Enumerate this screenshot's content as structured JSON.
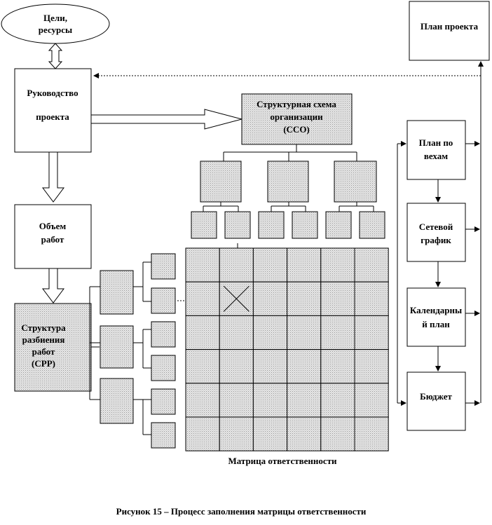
{
  "nodes": {
    "goals": [
      "Цели,",
      "ресурсы"
    ],
    "management": [
      "Руководство",
      "",
      "проекта"
    ],
    "scope": [
      "Объем",
      "работ"
    ],
    "wbs": [
      "Структура",
      "разбиения",
      "работ",
      "(СРР)"
    ],
    "obs": [
      "Структурная  схема",
      "организации",
      "(ССО)"
    ],
    "project_plan": [
      "План проекта"
    ],
    "milestones": [
      "План по",
      "вехам"
    ],
    "network": [
      "Сетевой",
      "график"
    ],
    "calendar": [
      "Календарны",
      "й план"
    ],
    "budget": [
      "Бюджет"
    ]
  },
  "matrix": {
    "label": "Матрица ответственности",
    "rows": 6,
    "cols": 6,
    "marked_cell": [
      1,
      1
    ]
  },
  "caption": "Рисунок 15 – Процесс заполнения матрицы ответственности",
  "colors": {
    "hatch_fill": "#d4d4d4",
    "white_fill": "#ffffff",
    "line": "#000000"
  }
}
